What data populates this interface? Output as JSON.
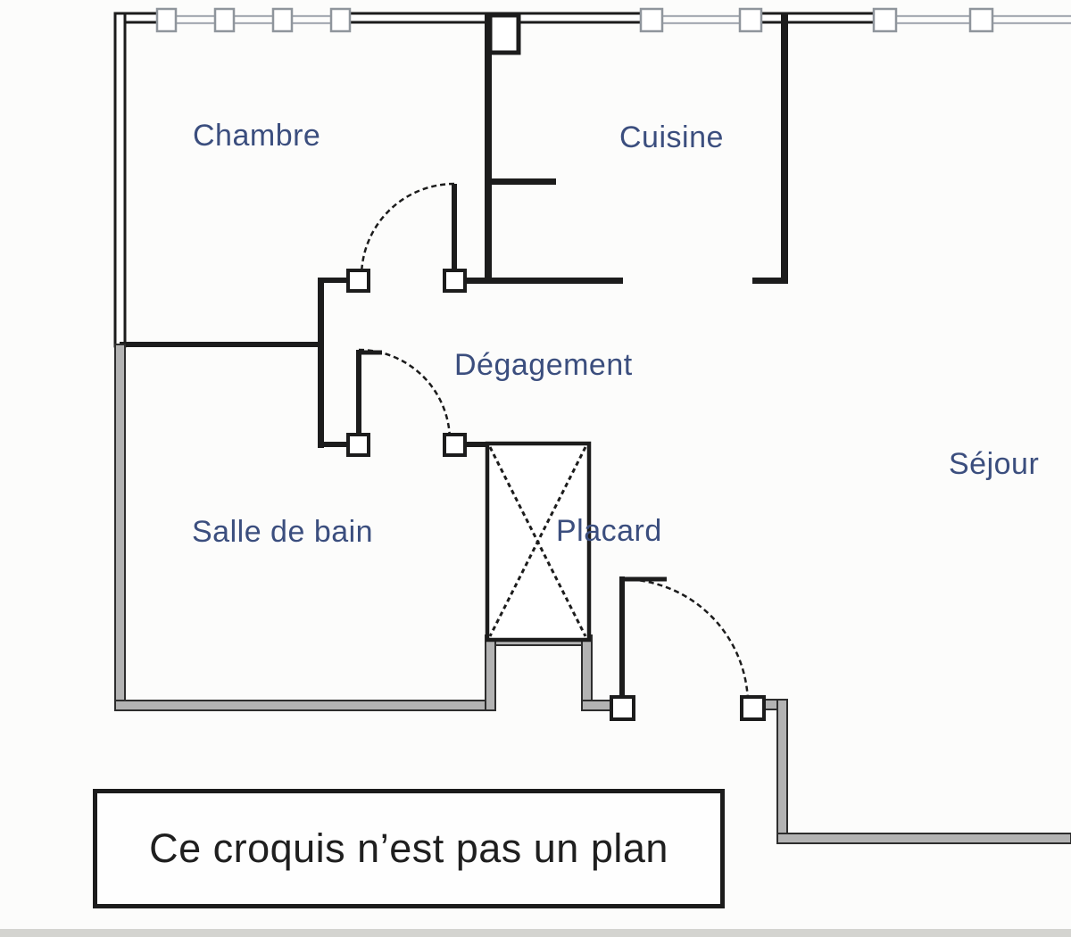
{
  "rooms": [
    {
      "id": "chambre",
      "label": "Chambre"
    },
    {
      "id": "cuisine",
      "label": "Cuisine"
    },
    {
      "id": "degagement",
      "label": "Dégagement"
    },
    {
      "id": "salle_de_bain",
      "label": "Salle de bain"
    },
    {
      "id": "placard",
      "label": "Placard"
    },
    {
      "id": "sejour",
      "label": "Séjour"
    }
  ],
  "caption": {
    "text": "Ce croquis n’est pas un plan"
  },
  "colors": {
    "label_blue": "#3b4e7e",
    "wall_dark": "#1c1c1c",
    "wall_gray_fill": "#b3b3b3",
    "wall_gray_edge": "#2d2d2d",
    "window_line": "#a8adb5",
    "caption_text": "#1f1f1f",
    "background": "#fcfcfb"
  },
  "symbols": {
    "window": "double-line-with-posts",
    "door": "quarter-arc-swing",
    "closet": "crossed-box"
  }
}
